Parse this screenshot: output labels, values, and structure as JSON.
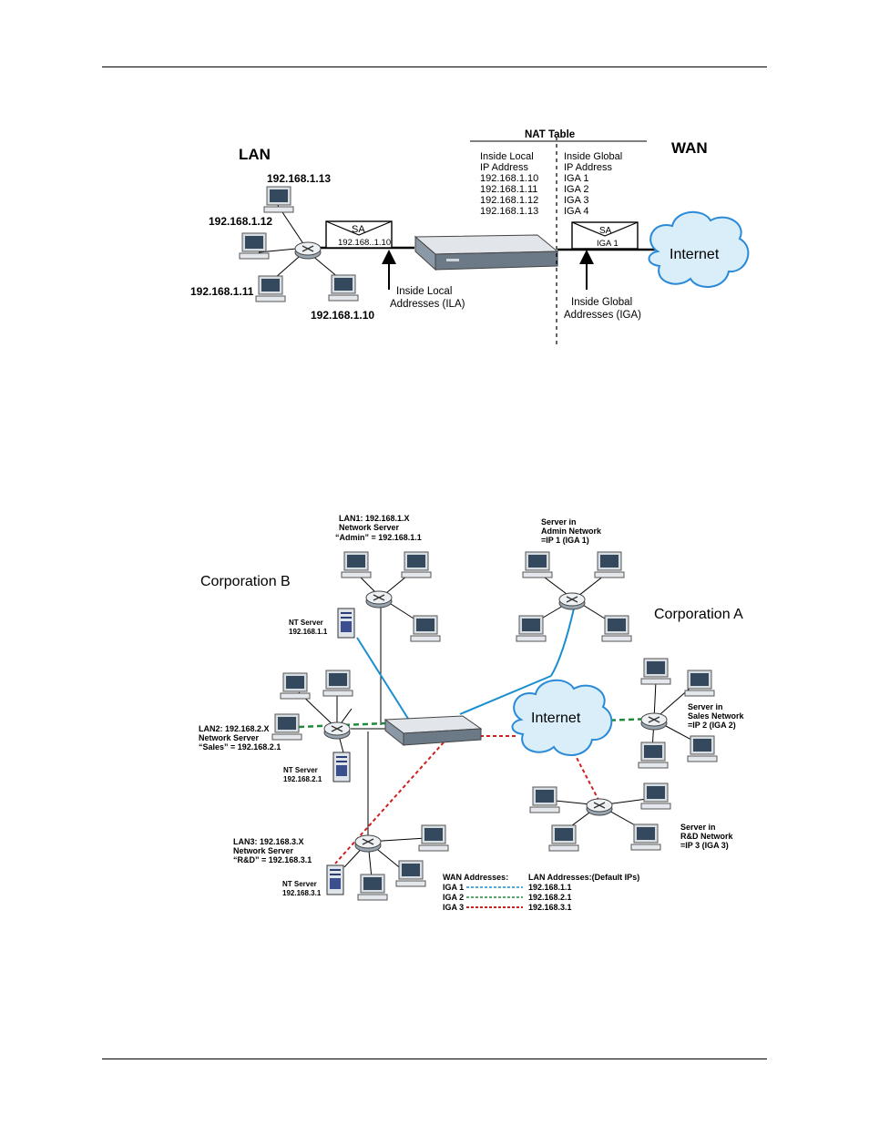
{
  "figure1": {
    "lan_label": "LAN",
    "wan_label": "WAN",
    "hosts": [
      "192.168.1.13",
      "192.168.1.12",
      "192.168.1.11",
      "192.168.1.10"
    ],
    "nat_table": {
      "title": "NAT Table",
      "left_header": [
        "Inside Local",
        "IP Address"
      ],
      "right_header": [
        "Inside Global",
        "IP Address"
      ],
      "rows": [
        [
          "192.168.1.10",
          "IGA 1"
        ],
        [
          "192.168.1.11",
          "IGA 2"
        ],
        [
          "192.168.1.12",
          "IGA 3"
        ],
        [
          "192.168.1.13",
          "IGA 4"
        ]
      ]
    },
    "packet_left": {
      "sa": "SA",
      "addr": "192.168..1.10"
    },
    "packet_right": {
      "sa": "SA",
      "addr": "IGA 1"
    },
    "internet": "Internet",
    "ila_label": [
      "Inside Local",
      "Addresses (ILA)"
    ],
    "iga_label": [
      "Inside Global",
      "Addresses (IGA)"
    ]
  },
  "figure2": {
    "corp_b": "Corporation B",
    "corp_a": "Corporation A",
    "internet": "Internet",
    "lan1": [
      "LAN1: 192.168.1.X",
      "Network Server",
      "“Admin” = 192.168.1.1"
    ],
    "lan2": [
      "LAN2: 192.168.2.X",
      "Network Server",
      "“Sales” = 192.168.2.1"
    ],
    "lan3": [
      "LAN3: 192.168.3.X",
      "Network Server",
      "“R&D” = 192.168.3.1"
    ],
    "nt1": [
      "NT Server",
      "192.168.1.1"
    ],
    "nt2": [
      "NT Server",
      "192.168.2.1"
    ],
    "nt3": [
      "NT Server",
      "192.168.3.1"
    ],
    "srv_admin": [
      "Server in",
      "Admin Network",
      "=IP 1 (IGA 1)"
    ],
    "srv_sales": [
      "Server in",
      "Sales Network",
      "=IP 2 (IGA 2)"
    ],
    "srv_rd": [
      "Server in",
      "R&D Network",
      "=IP 3 (IGA 3)"
    ],
    "legend": {
      "wan_header": "WAN Addresses:",
      "lan_header": "LAN Addresses:(Default IPs)",
      "rows": [
        {
          "wan": "IGA 1",
          "lan": "192.168.1.1",
          "color": "#1a8fd0"
        },
        {
          "wan": "IGA 2",
          "lan": "192.168.2.1",
          "color": "#1e8a3a"
        },
        {
          "wan": "IGA 3",
          "lan": "192.168.3.1",
          "color": "#d02020"
        }
      ]
    }
  },
  "colors": {
    "blue_link": "#1a8fd0",
    "green_link": "#1e8a3a",
    "red_link": "#d02020",
    "cloud": "#d9eef8"
  }
}
